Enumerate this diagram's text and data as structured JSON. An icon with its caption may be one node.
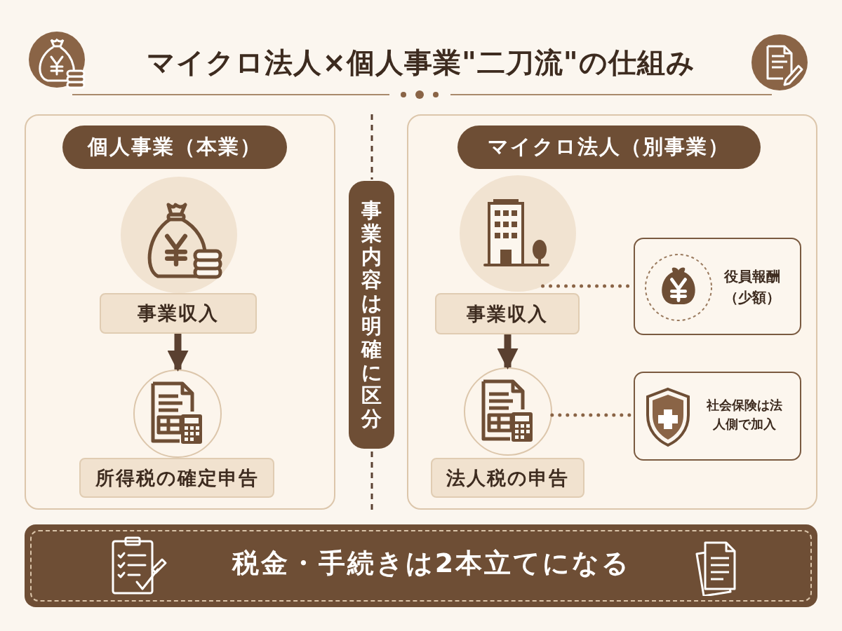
{
  "diagram": {
    "title": "マイクロ法人×個人事業\"二刀流\"の仕組み",
    "nodes": [
      {
        "text": [
          "個人事業（本業）"
        ]
      },
      {
        "text": [],
        "shape": "circle",
        "in": 0
      },
      {
        "text": [
          "事業収入"
        ],
        "in": 0
      },
      {
        "text": [],
        "shape": "circle",
        "in": 0
      },
      {
        "text": [
          "所得税の確定申告"
        ],
        "in": 0
      },
      {
        "text": [
          "事業内容は明確に区分"
        ]
      },
      {
        "text": [
          "マイクロ法人（別事業）"
        ]
      },
      {
        "text": [],
        "shape": "circle",
        "in": 6
      },
      {
        "text": [
          "事業収入"
        ],
        "in": 6
      },
      {
        "text": [],
        "shape": "circle",
        "in": 6
      },
      {
        "text": [
          "法人税の申告"
        ],
        "in": 6
      },
      {
        "text": [
          "役員報酬（少額）"
        ],
        "in": 6
      },
      {
        "text": [
          "社会保険は法人側で加入"
        ],
        "in": 6
      },
      {
        "text": [
          "税金・手続きは2本立てになる"
        ]
      }
    ],
    "edges": [
      {
        "from": 2,
        "to": 3,
        "arrow": "to",
        "style": "thick"
      },
      {
        "from": 8,
        "to": 9,
        "arrow": "to",
        "style": "thick"
      },
      {
        "from": 7,
        "to": 11,
        "arrow": "none",
        "style": "dashed"
      },
      {
        "from": 9,
        "to": 12,
        "arrow": "none",
        "style": "dashed"
      }
    ]
  }
}
